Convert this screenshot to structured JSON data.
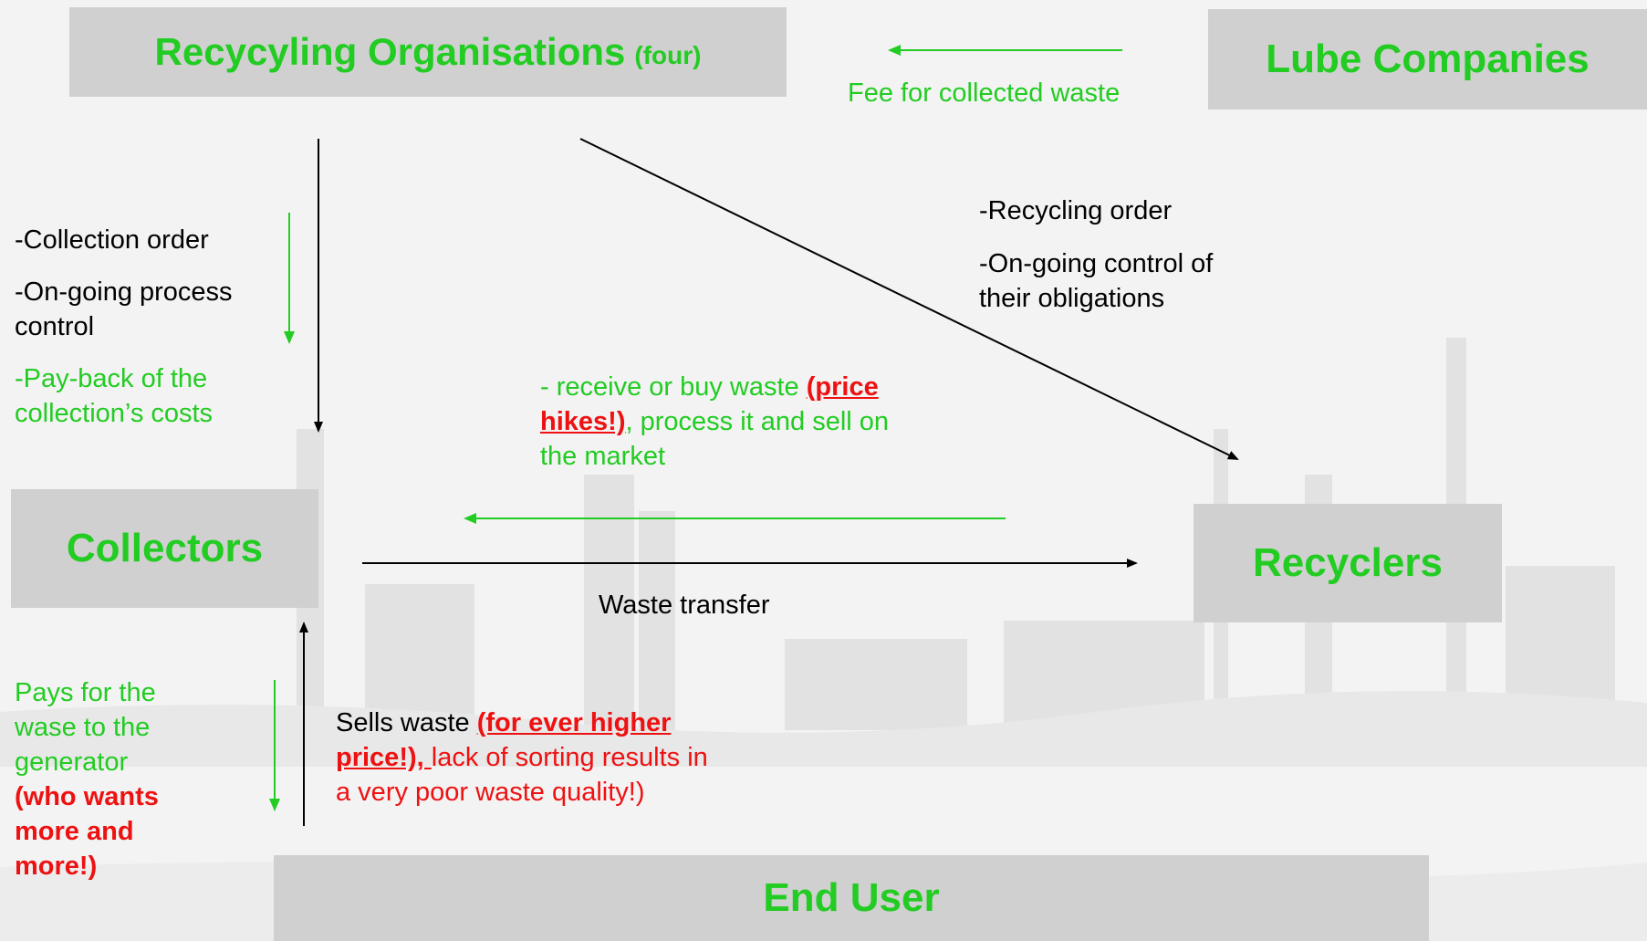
{
  "nodes": {
    "recycling_orgs": {
      "title": "Recycyling Organisations",
      "suffix": "(four)"
    },
    "lube_companies": {
      "title": "Lube Companies"
    },
    "collectors": {
      "title": "Collectors"
    },
    "recyclers": {
      "title": "Recyclers"
    },
    "end_user": {
      "title": "End User"
    }
  },
  "labels": {
    "fee": "Fee for collected waste",
    "recycling_order": "-Recycling order",
    "ongoing_control_1": "-On-going control of",
    "ongoing_control_2": "their obligations",
    "collection_order": "-Collection order",
    "ongoing_process_1": "-On-going process",
    "ongoing_process_2": "control",
    "payback_1": "-Pay-back of the",
    "payback_2": "collection’s costs",
    "receive_1a": "- receive or buy waste ",
    "receive_1b": "(price",
    "receive_2a": "hikes!)",
    "receive_2b": ", process it and sell on",
    "receive_3": "the  market",
    "waste_transfer": "Waste transfer",
    "pays_1": "Pays for the",
    "pays_2": "wase to the",
    "pays_3": "generator",
    "pays_4": "(who wants",
    "pays_5": "more and",
    "pays_6": "more!)",
    "sells_1a": "Sells waste ",
    "sells_1b": "(for ever higher",
    "sells_2a": "price!), ",
    "sells_2b": " lack of sorting results in",
    "sells_3": "a very poor waste quality!)"
  },
  "colors": {
    "box_fill": "#d0d0d0",
    "accent_green": "#22cc22",
    "warning_red": "#ee1111",
    "arrow_black": "#000000"
  }
}
